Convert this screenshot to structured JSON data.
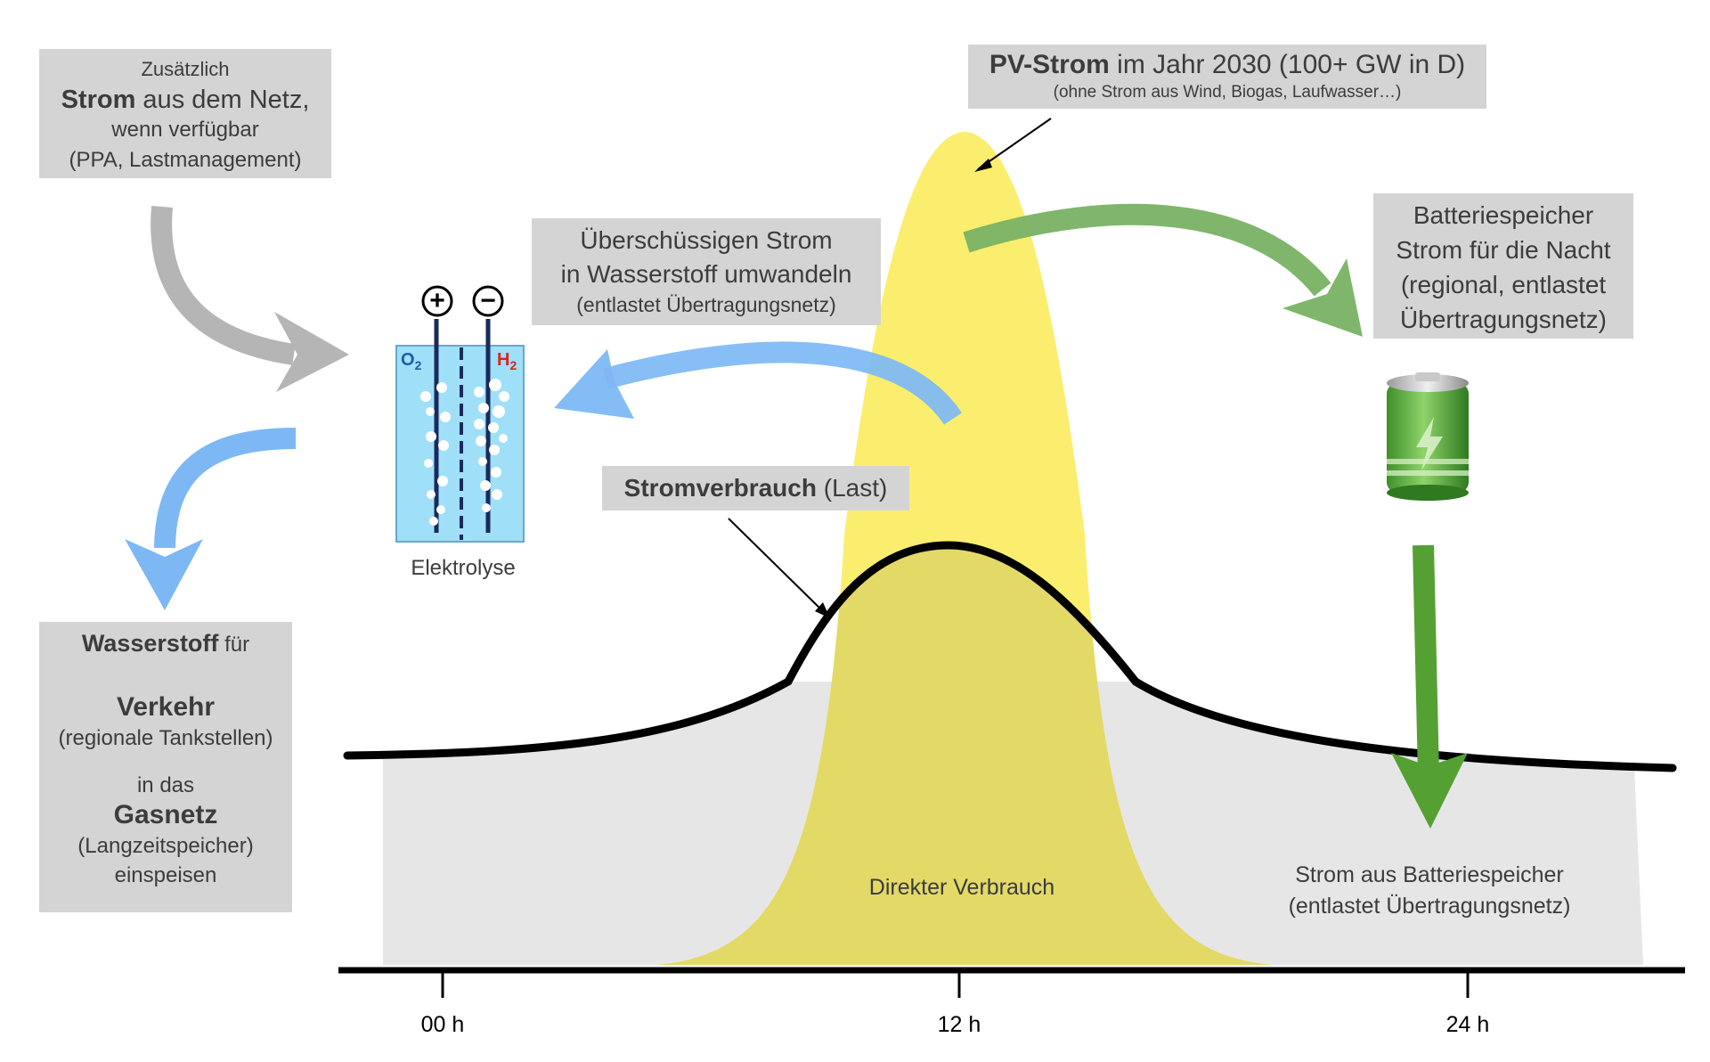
{
  "labels": {
    "grid_box": {
      "line1": "Zusätzlich",
      "line2_bold": "Strom",
      "line2_rest": " aus dem Netz,",
      "line3": "wenn verfügbar",
      "line4": "(PPA, Lastmanagement)"
    },
    "pv_box": {
      "title_bold": "PV-Strom",
      "title_rest": " im Jahr 2030 (100+ GW in D)",
      "subtitle": "(ohne Strom aus Wind, Biogas, Laufwasser…)"
    },
    "surplus_box": {
      "line1": "Überschüssigen Strom",
      "line2": "in Wasserstoff umwandeln",
      "line3": "(entlastet Übertragungsnetz)"
    },
    "battery_box": {
      "line1": "Batteriespeicher",
      "line2": "Strom für die Nacht",
      "line3": "(regional, entlastet",
      "line4": "Übertragungsnetz)"
    },
    "load_box": {
      "bold": "Stromverbrauch",
      "rest": " (Last)"
    },
    "hydrogen_box": {
      "line1_bold": "Wasserstoff",
      "line1_rest": " für",
      "line2_bold": "Verkehr",
      "line3": "(regionale Tankstellen)",
      "line4": "in das",
      "line5_bold": "Gasnetz",
      "line6": "(Langzeitspeicher)",
      "line7": "einspeisen"
    },
    "electrolysis": {
      "label": "Elektrolyse",
      "plus": "+",
      "minus": "−",
      "o2": "O",
      "o2_sub": "2",
      "h2": "H",
      "h2_sub": "2"
    },
    "direct_use": "Direkter Verbrauch",
    "battery_supply": {
      "line1": "Strom aus Batteriespeicher",
      "line2": "(entlastet Übertragungsnetz)"
    }
  },
  "time_axis": {
    "ticks": [
      "00 h",
      "12 h",
      "24 h"
    ]
  },
  "colors": {
    "label_box": "#d4d4d4",
    "pv_fill": "#fbee6e",
    "overlap_fill": "#e3d967",
    "night_fill": "#e6e6e6",
    "load_line": "#000000",
    "grid_arrow": "#b5b5b5",
    "hydrogen_arrow": "#7db8f5",
    "battery_arrow": "#79b264",
    "battery_down_arrow": "#55a032",
    "electrolyzer_fill": "#9fe0f8",
    "o2_text": "#1f5da8",
    "h2_text": "#e0201c"
  },
  "icons": {
    "battery": "battery-icon",
    "electrolyzer": "electrolyzer-icon"
  }
}
